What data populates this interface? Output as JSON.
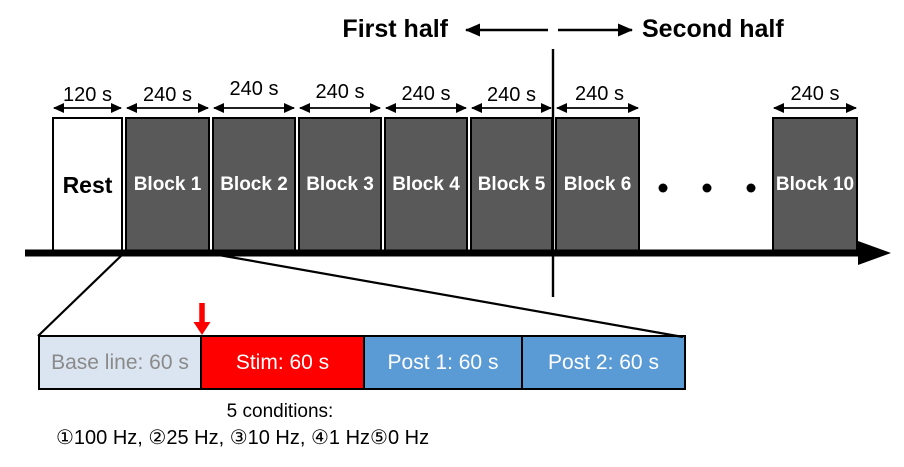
{
  "header": {
    "first_half_label": "First half",
    "second_half_label": "Second half"
  },
  "timeline": {
    "blocks": [
      {
        "label": "Rest",
        "duration": "120 s"
      },
      {
        "label": "Block 1",
        "duration": "240 s"
      },
      {
        "label": "Block 2",
        "duration": "240 s"
      },
      {
        "label": "Block 3",
        "duration": "240 s"
      },
      {
        "label": "Block 4",
        "duration": "240 s"
      },
      {
        "label": "Block 5",
        "duration": "240 s"
      },
      {
        "label": "Block 6",
        "duration": "240 s"
      },
      {
        "label": "Block 10",
        "duration": "240 s"
      }
    ],
    "ellipsis_dot_count": 3
  },
  "block_detail": {
    "segments": [
      {
        "label": "Base line: 60 s",
        "fill": "#dbe5f1",
        "text_color": "#8a8a8a"
      },
      {
        "label": "Stim: 60 s",
        "fill": "#fe0000",
        "text_color": "#ffffff"
      },
      {
        "label": "Post 1: 60 s",
        "fill": "#5b9bd5",
        "text_color": "#ffffff"
      },
      {
        "label": "Post 2: 60 s",
        "fill": "#5b9bd5",
        "text_color": "#ffffff"
      }
    ]
  },
  "conditions": {
    "heading": "5 conditions:",
    "list": "①100 Hz, ②25 Hz, ③10 Hz, ④1 Hz⑤0 Hz"
  },
  "colors": {
    "block_fill": "#595959",
    "block_text": "#ffffff",
    "rest_fill": "#ffffff",
    "baseline_fill": "#dbe5f1",
    "stim_red": "#fe0000",
    "post_blue": "#5b9bd5",
    "line_black": "#000000"
  }
}
